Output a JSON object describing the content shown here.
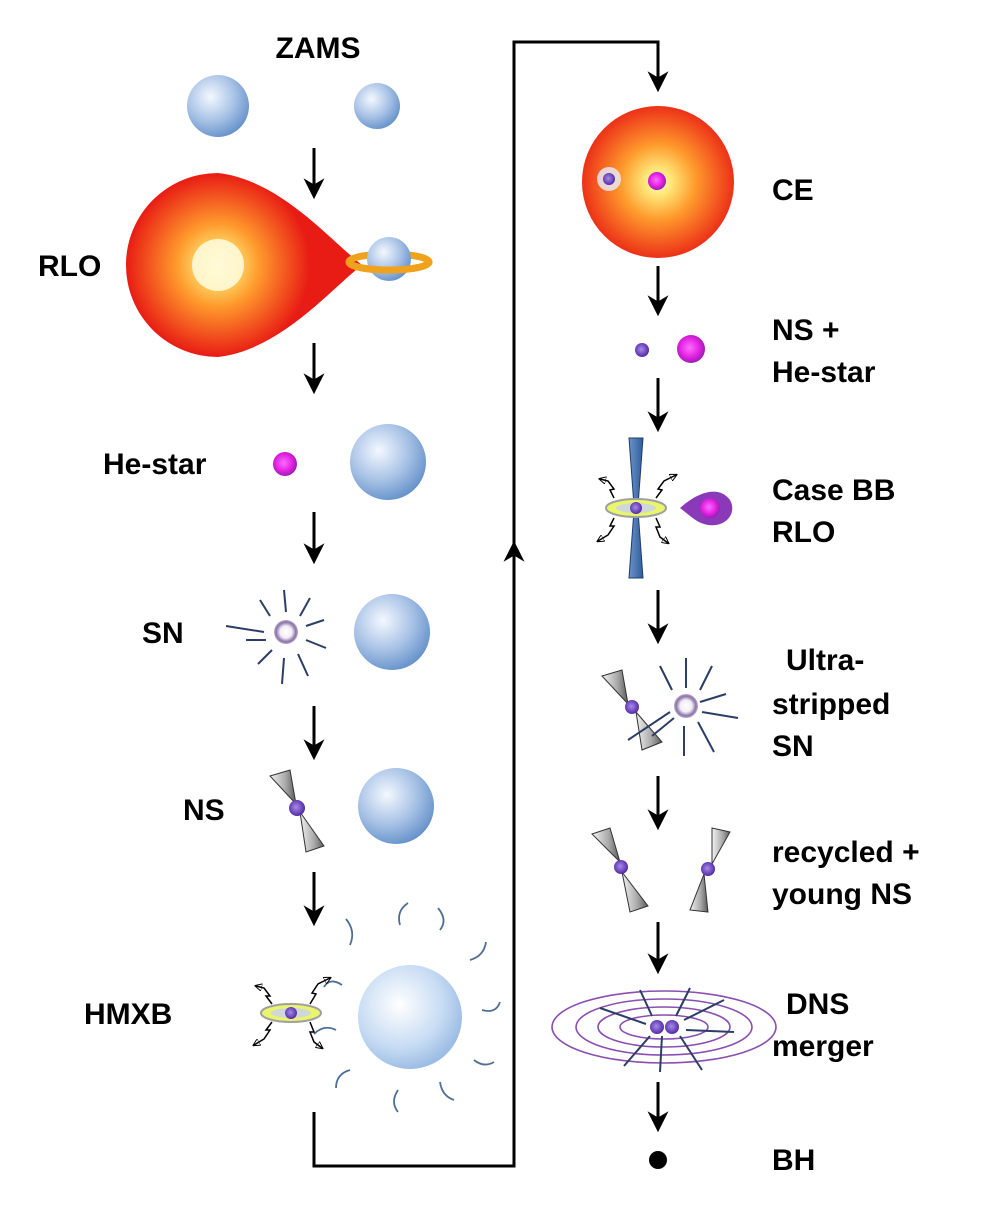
{
  "left_column": [
    {
      "key": "zams",
      "label": "ZAMS"
    },
    {
      "key": "rlo",
      "label": "RLO"
    },
    {
      "key": "he_star",
      "label": "He-star"
    },
    {
      "key": "sn",
      "label": "SN"
    },
    {
      "key": "ns",
      "label": "NS"
    },
    {
      "key": "hmxb",
      "label": "HMXB"
    }
  ],
  "right_column": [
    {
      "key": "ce",
      "label": "CE"
    },
    {
      "key": "ns_he_star",
      "lines": [
        "NS +",
        "He-star"
      ]
    },
    {
      "key": "case_bb_rlo",
      "lines": [
        "Case BB",
        "RLO"
      ]
    },
    {
      "key": "ultra_stripped_sn",
      "lines": [
        "Ultra-",
        "stripped",
        "SN"
      ]
    },
    {
      "key": "recycled_young_ns",
      "lines": [
        "recycled +",
        "young NS"
      ]
    },
    {
      "key": "dns_merger",
      "lines": [
        "DNS",
        "merger"
      ]
    },
    {
      "key": "bh",
      "label": "BH"
    }
  ],
  "colors": {
    "blue_star": "#7fa6d6",
    "giant_outer": "#e8241a",
    "giant_core": "#fff6c8",
    "he_star": "#e020e0",
    "neutron_star": "#6a3bb5",
    "accretion_ring": "#f0a21c",
    "jet_cone": "#9a9a9a",
    "burst_line": "#2c3e66",
    "wind_line": "#4d6f95",
    "orbit_line": "#8a4fb0",
    "arrow": "#000000"
  }
}
